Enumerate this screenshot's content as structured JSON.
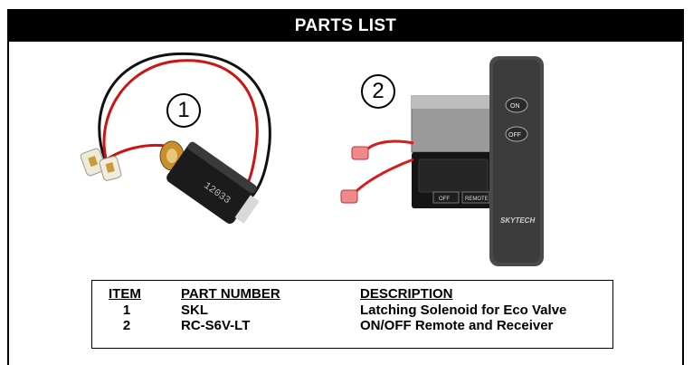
{
  "header": {
    "title": "PARTS LIST"
  },
  "photos": [
    {
      "label": "1",
      "icon": "solenoid-photo",
      "text_on_part": "12033"
    },
    {
      "label": "2",
      "icon": "remote-receiver-photo",
      "remote_buttons": [
        "ON",
        "OFF"
      ],
      "receiver_buttons": [
        "OFF",
        "REMOTE"
      ],
      "brand": "SKYTECH"
    }
  ],
  "parts_table": {
    "headers": {
      "item": "ITEM",
      "part_number": "PART NUMBER",
      "description": "DESCRIPTION"
    },
    "rows": [
      {
        "item": "1",
        "part_number": "SKL",
        "description": "Latching Solenoid for Eco Valve"
      },
      {
        "item": "2",
        "part_number": "RC-S6V-LT",
        "description": "ON/OFF Remote and Receiver"
      }
    ]
  }
}
